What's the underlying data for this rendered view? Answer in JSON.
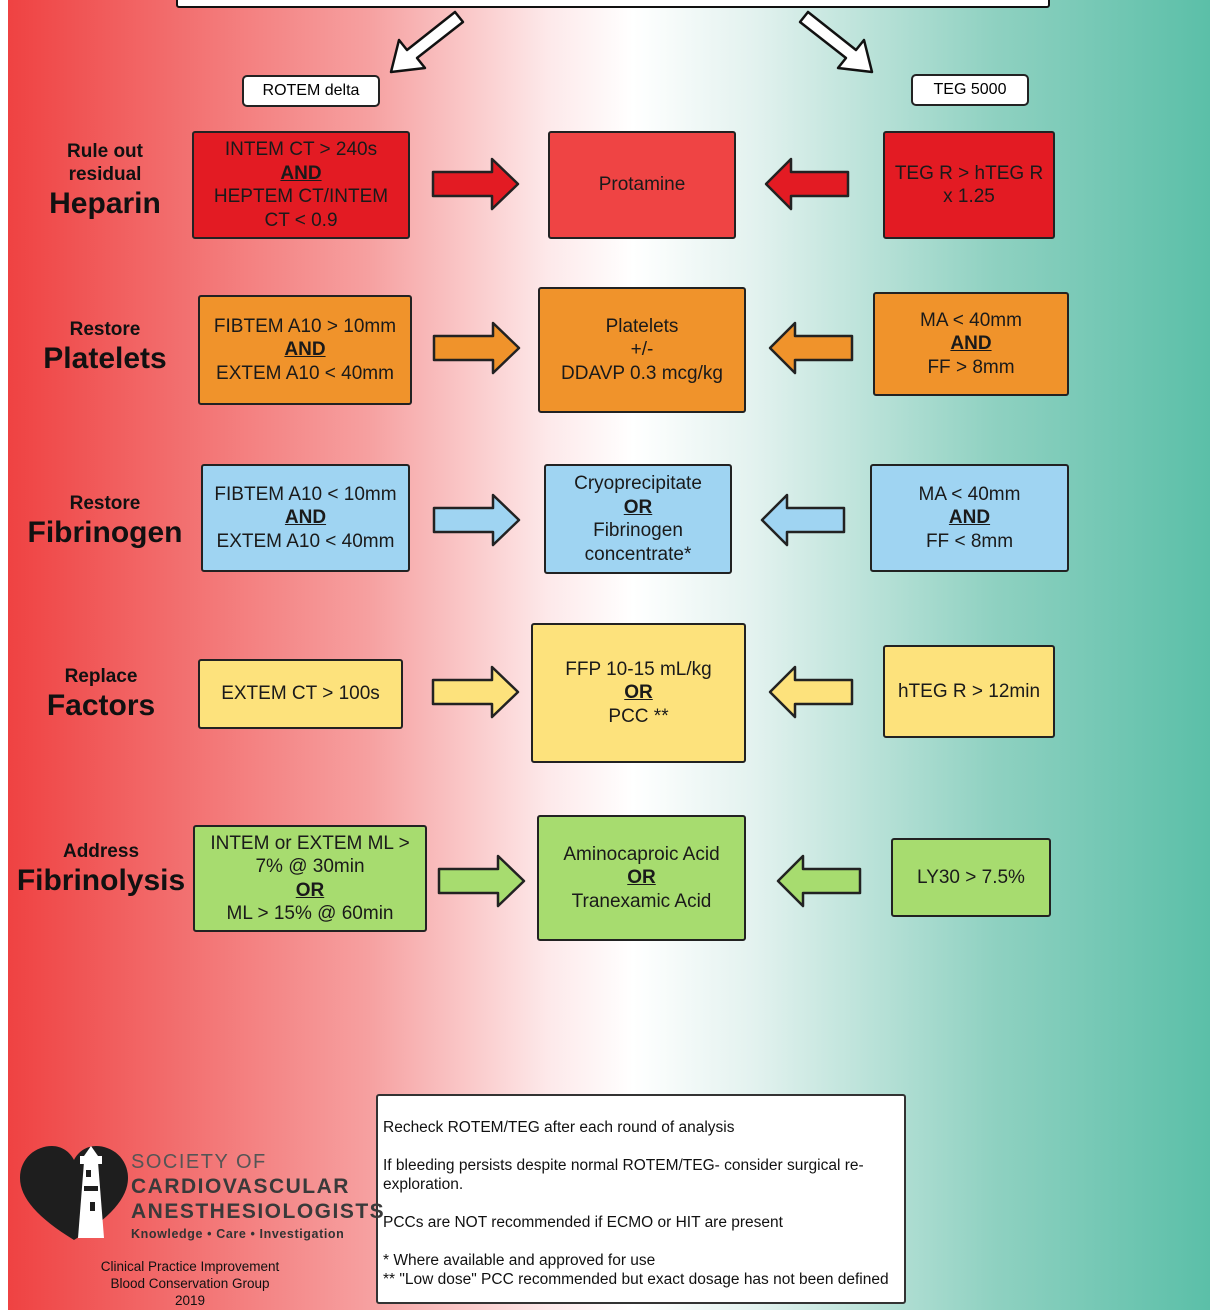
{
  "header": {
    "left_method": "ROTEM delta",
    "right_method": "TEG 5000"
  },
  "rows": [
    {
      "label_small": [
        "Rule out",
        "residual"
      ],
      "label_big": "Heparin",
      "rotem": [
        "INTEM CT > 240s",
        "AND",
        "HEPTEM CT/INTEM",
        "CT < 0.9"
      ],
      "treatment": [
        "Protamine"
      ],
      "teg": [
        "TEG R > hTEG R",
        "x 1.25"
      ]
    },
    {
      "label_small": [
        "Restore"
      ],
      "label_big": "Platelets",
      "rotem": [
        "FIBTEM A10 > 10mm",
        "AND",
        "EXTEM A10 < 40mm"
      ],
      "treatment": [
        "Platelets",
        "+/-",
        "DDAVP 0.3 mcg/kg"
      ],
      "teg": [
        "MA < 40mm",
        "AND",
        "FF > 8mm"
      ]
    },
    {
      "label_small": [
        "Restore"
      ],
      "label_big": "Fibrinogen",
      "rotem": [
        "FIBTEM A10 < 10mm",
        "AND",
        "EXTEM A10 < 40mm"
      ],
      "treatment": [
        "Cryoprecipitate",
        "OR",
        "Fibrinogen",
        "concentrate*"
      ],
      "teg": [
        "MA < 40mm",
        "AND",
        "FF < 8mm"
      ]
    },
    {
      "label_small": [
        "Replace"
      ],
      "label_big": "Factors",
      "rotem": [
        "EXTEM CT > 100s"
      ],
      "treatment": [
        "FFP 10-15 mL/kg",
        "OR",
        "PCC **"
      ],
      "teg": [
        "hTEG R > 12min"
      ]
    },
    {
      "label_small": [
        "Address"
      ],
      "label_big": "Fibrinolysis",
      "rotem": [
        "INTEM or EXTEM ML >",
        "7% @ 30min",
        "OR",
        "ML > 15% @ 60min"
      ],
      "treatment": [
        "Aminocaproic Acid",
        "OR",
        "Tranexamic Acid"
      ],
      "teg": [
        "LY30 > 7.5%"
      ]
    }
  ],
  "notes": [
    "Recheck ROTEM/TEG after each round of analysis",
    "If bleeding persists despite normal ROTEM/TEG- consider surgical re-exploration.",
    "PCCs are NOT recommended if ECMO or HIT are present",
    "* Where available and approved for use",
    "** \"Low dose\" PCC recommended but exact dosage has not been defined"
  ],
  "logo": {
    "line1": "SOCIETY OF",
    "line2": "CARDIOVASCULAR",
    "line3": "ANESTHESIOLOGISTS",
    "tagline": "Knowledge  •  Care  •  Investigation"
  },
  "footer": {
    "line1": "Clinical Practice Improvement",
    "line2": "Blood Conservation Group",
    "year": "2019"
  },
  "colors": {
    "heparin_rotem": "#e31b23",
    "heparin_treatment": "#ef4444",
    "heparin_teg": "#e31b23",
    "platelets": "#f0932b",
    "fibrinogen": "#9fd4f2",
    "factors": "#fde27c",
    "fibrinolysis": "#a7dc6f"
  }
}
